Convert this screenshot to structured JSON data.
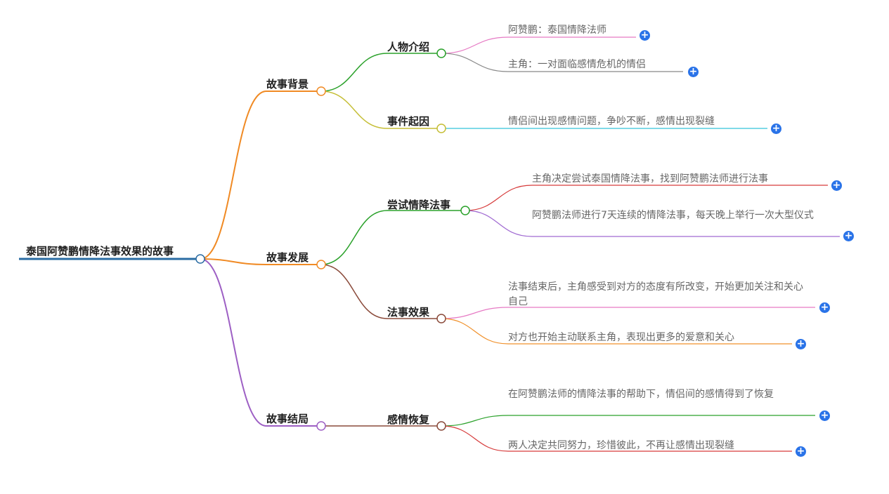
{
  "root": {
    "label": "泰国阿赞鹏情降法事效果的故事"
  },
  "branches": [
    {
      "label": "故事背景"
    },
    {
      "label": "故事发展"
    },
    {
      "label": "故事结局"
    }
  ],
  "topics": [
    {
      "label": "人物介绍"
    },
    {
      "label": "事件起因"
    },
    {
      "label": "尝试情降法事"
    },
    {
      "label": "法事效果"
    },
    {
      "label": "感情恢复"
    }
  ],
  "leaves": [
    {
      "text": "阿赞鹏：泰国情降法师"
    },
    {
      "text": "主角：一对面临感情危机的情侣"
    },
    {
      "text": "情侣间出现感情问题，争吵不断，感情出现裂缝"
    },
    {
      "text": "主角决定尝试泰国情降法事，找到阿赞鹏法师进行法事"
    },
    {
      "text": "阿赞鹏法师进行7天连续的情降法事，每天晚上举行一次大型仪式"
    },
    {
      "text": "法事结束后，主角感受到对方的态度有所改变，开始更加关注和关心自己"
    },
    {
      "text": "对方也开始主动联系主角，表现出更多的爱意和关心"
    },
    {
      "text": "在阿赞鹏法师的情降法事的帮助下，情侣间的感情得到了恢复"
    },
    {
      "text": "两人决定共同努力，珍惜彼此，不再让感情出现裂缝"
    }
  ],
  "expand_symbol": "+",
  "colors": {
    "root": "#2a6ca3",
    "orange": "#f08a24",
    "purple": "#9d5fc4",
    "green": "#2aa12a",
    "olive": "#c5be36",
    "brown": "#8a4a3a",
    "pink": "#e67ac4",
    "gray": "#888888",
    "cyan": "#33c3d9",
    "red": "#d63a3a",
    "violet": "#a06ad2",
    "amber": "#f0902a",
    "plus": "#2a73e8"
  }
}
